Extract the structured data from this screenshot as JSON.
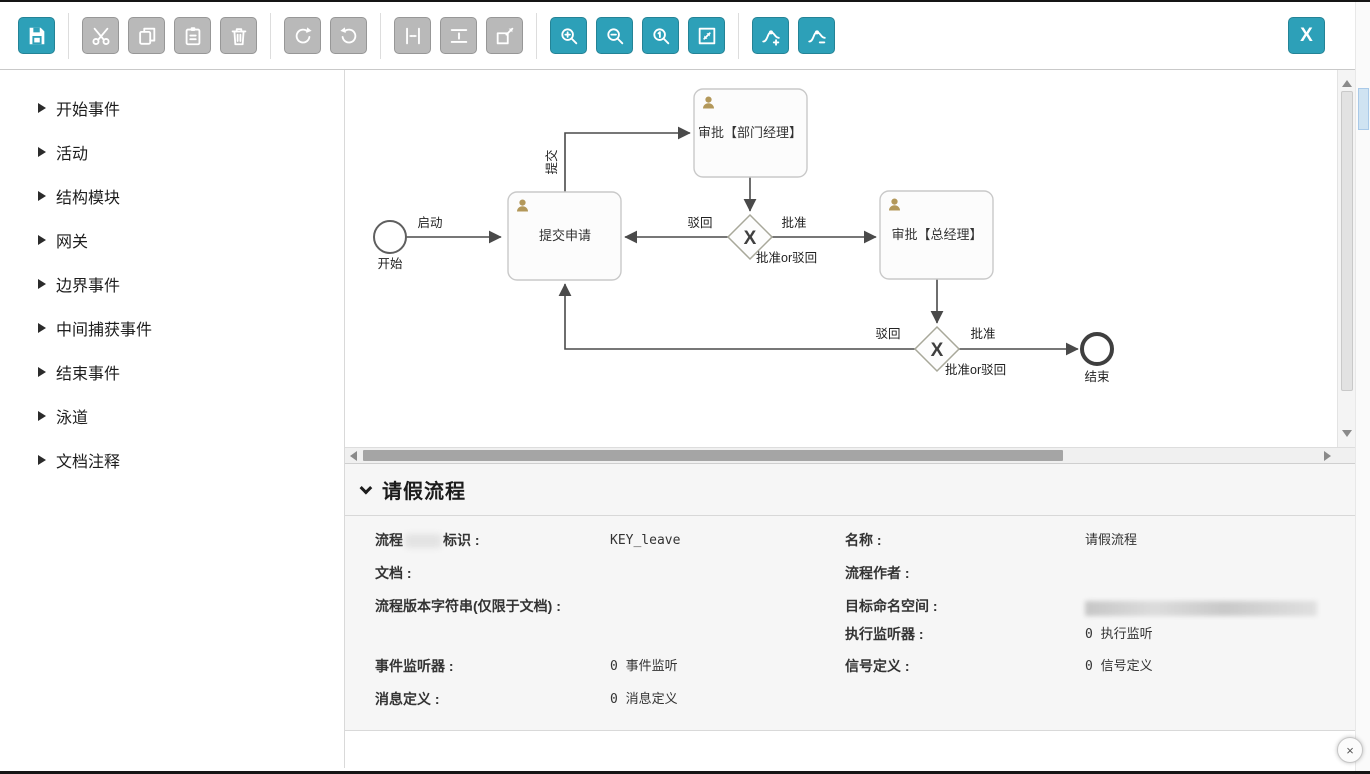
{
  "toolbar": {
    "close_label": "X",
    "icons": [
      "save-icon",
      "cut-icon",
      "copy-icon",
      "paste-icon",
      "trash-icon",
      "redo-icon",
      "undo-icon",
      "align-horizontal-icon",
      "align-vertical-icon",
      "resize-icon",
      "zoom-in-icon",
      "zoom-out-icon",
      "zoom-actual-icon",
      "zoom-fit-icon",
      "bendpoint-add-icon",
      "bendpoint-remove-icon"
    ],
    "colors": {
      "accent": "#2da0b8",
      "disabled": "#b9b9b9"
    }
  },
  "palette": {
    "items": [
      "开始事件",
      "活动",
      "结构模块",
      "网关",
      "边界事件",
      "中间捕获事件",
      "结束事件",
      "泳道",
      "文档注释"
    ]
  },
  "diagram": {
    "start_event": {
      "label": "开始"
    },
    "end_event": {
      "label": "结束"
    },
    "tasks": [
      {
        "label": "提交申请"
      },
      {
        "label": "审批【部门经理】"
      },
      {
        "label": "审批【总经理】"
      }
    ],
    "gateways": [
      {
        "symbol": "X",
        "label": "批准or驳回"
      },
      {
        "symbol": "X",
        "label": "批准or驳回"
      }
    ],
    "edges": {
      "start": "启动",
      "submit": "提交",
      "reject_to_resubmit": "驳回",
      "approve_to_gm": "批准",
      "reject_loop": "驳回",
      "approve_to_end": "批准"
    }
  },
  "properties": {
    "title": "请假流程",
    "fields": {
      "process_key": {
        "label_prefix": "流程",
        "label_suffix": "标识 :",
        "value": "KEY_leave"
      },
      "name": {
        "label": "名称 :",
        "value": "请假流程"
      },
      "documentation": {
        "label": "文档 :",
        "value": ""
      },
      "author": {
        "label": "流程作者 :",
        "value": ""
      },
      "version_string": {
        "label": "流程版本字符串(仅限于文档) :",
        "value": ""
      },
      "namespace": {
        "label": "目标命名空间 :",
        "value": "",
        "redacted": true
      },
      "execution_listeners": {
        "label": "执行监听器 :",
        "value": "0 执行监听"
      },
      "event_listeners": {
        "label": "事件监听器 :",
        "value": "0 事件监听"
      },
      "signal_definitions": {
        "label": "信号定义 :",
        "value": "0 信号定义"
      },
      "message_definitions": {
        "label": "消息定义 :",
        "value": "0 消息定义"
      }
    }
  },
  "close_button": {
    "symbol": "×"
  }
}
